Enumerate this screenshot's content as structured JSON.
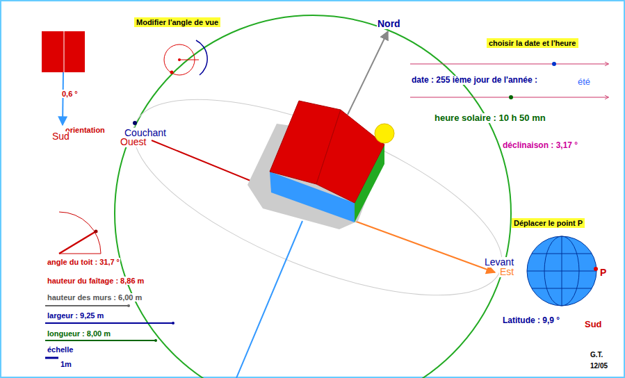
{
  "diagram": {
    "nodes": [
      {
        "text": [
          "Modifier l'angle de vue"
        ]
      },
      {
        "text": [
          "choisir la date et l'heure"
        ]
      },
      {
        "text": [
          "Déplacer le point P"
        ]
      }
    ],
    "labels": [
      "0,6 °",
      "orientation",
      "Sud",
      "Couchant",
      "Ouest",
      "Nord",
      "date : 255 ième jour de l'année :",
      "été",
      "heure solaire : 10 h 50 mn",
      "déclinaison : 3,17 °",
      "Levant",
      "Est",
      "P",
      "Latitude : 9,9 °",
      "Sud",
      "angle du toit : 31,7 °",
      "hauteur du faîtage : 8,86 m",
      "hauteur des murs : 6,00 m",
      "largeur : 9,25 m",
      "longueur : 8,00 m",
      "échelle",
      "1m",
      "G.T.",
      "12/05"
    ]
  }
}
